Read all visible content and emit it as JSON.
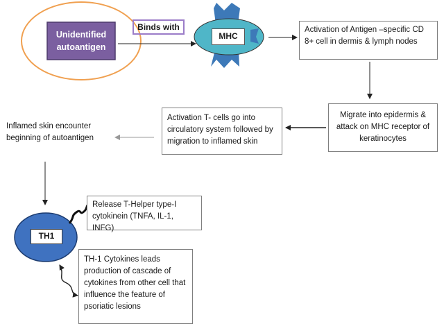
{
  "nodes": {
    "autoantigen": "Unidentified autoantigen",
    "binds_with": "Binds with",
    "mhc": "MHC",
    "activation_cd8": "Activation of Antigen –specific CD 8+ cell in dermis & lymph nodes",
    "migrate_epidermis": "Migrate into epidermis & attack on MHC receptor of keratinocytes",
    "circulatory": "Activation T- cells go into circulatory system followed by migration to inflamed skin",
    "inflamed_skin": "Inflamed skin encounter beginning of autoantigen",
    "th1": "TH1",
    "release_cytokine": "Release T-Helper type-I cytokinein (TNFA, IL-1, INFG)",
    "cascade": "TH-1 Cytokines leads production of cascade of cytokines from other cell that influence the feature of psoriatic lesions"
  },
  "colors": {
    "autoantigen_fill": "#7b5fa0",
    "autoantigen_ring": "#f0a050",
    "binds_border": "#9b7cc8",
    "mhc_fill": "#4fb6c8",
    "receptor_fill": "#3d79b8",
    "th1_fill": "#3f72c0",
    "box_border": "#7f7f7f",
    "arrow": "#222222"
  }
}
